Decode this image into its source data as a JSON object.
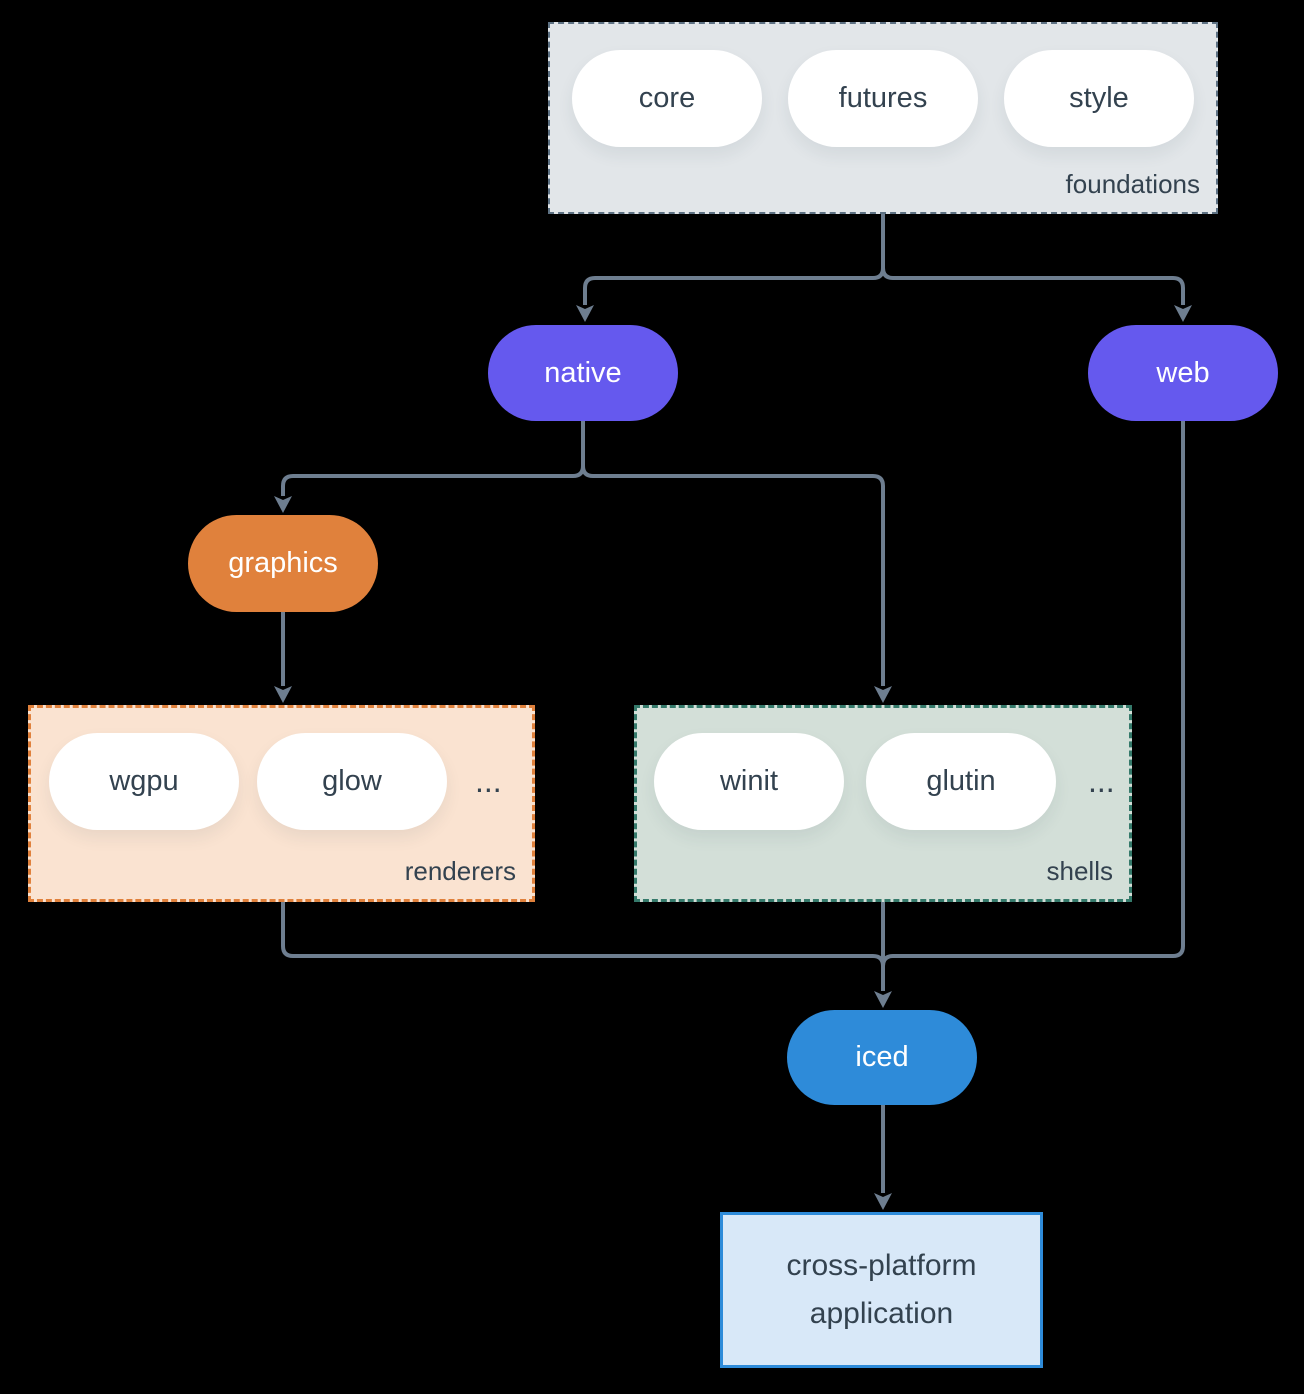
{
  "colors": {
    "background": "#000000",
    "arrow": "#6e7e90",
    "node_text_dark": "#33424f",
    "node_text_light": "#ffffff",
    "pill_white": "#ffffff",
    "purple": "#6559ee",
    "orange": "#e0813c",
    "blue": "#2e8bd9",
    "foundations_fill": "#e2e6e9",
    "foundations_border": "#5e7284",
    "renderers_fill": "#fae3d1",
    "renderers_border": "#e0813c",
    "shells_fill": "#d3dfd8",
    "shells_border": "#357a6b",
    "app_fill": "#d8e8f8",
    "app_border": "#2e8bd9"
  },
  "diagram": {
    "foundations": {
      "label": "foundations",
      "pills": [
        "core",
        "futures",
        "style"
      ]
    },
    "native": {
      "label": "native"
    },
    "web": {
      "label": "web"
    },
    "graphics": {
      "label": "graphics"
    },
    "renderers": {
      "label": "renderers",
      "pills": [
        "wgpu",
        "glow"
      ],
      "more": "..."
    },
    "shells": {
      "label": "shells",
      "pills": [
        "winit",
        "glutin"
      ],
      "more": "..."
    },
    "iced": {
      "label": "iced"
    },
    "application": {
      "label": "cross-platform application"
    }
  }
}
